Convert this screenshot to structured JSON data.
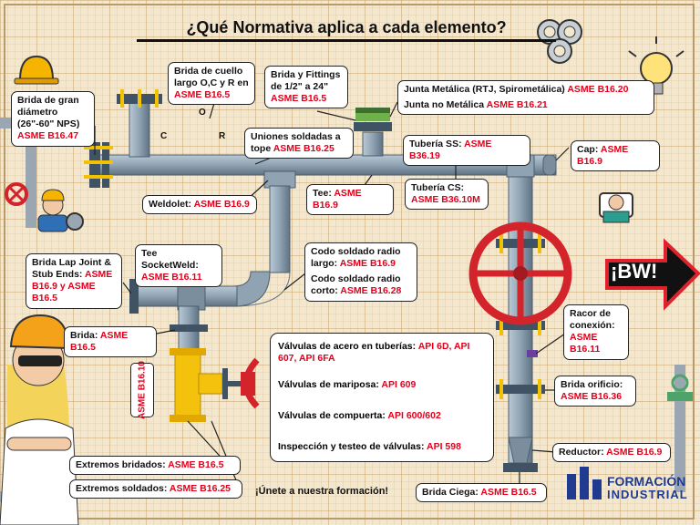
{
  "title": "¿Qué Normativa aplica a cada elemento?",
  "labels": {
    "brida_gran": {
      "text": "Brida de gran diámetro (26\"-60\" NPS) ",
      "std": "ASME B16.47"
    },
    "brida_cuello": {
      "text": "Brida de cuello largo O,C y R en ",
      "std": "ASME B16.5"
    },
    "brida_fittings": {
      "text": "Brida y Fittings de 1/2\" a 24\" ",
      "std": "ASME B16.5"
    },
    "junta_metalica": {
      "text": "Junta Metálica (RTJ, Spirometálica) ",
      "std": "ASME B16.20"
    },
    "junta_no_metalica": {
      "text": "Junta no Metálica ",
      "std": "ASME B16.21"
    },
    "uniones": {
      "text": "Uniones soldadas a tope ",
      "std": "ASME B16.25"
    },
    "tuberia_ss": {
      "text": "Tubería SS: ",
      "std": "ASME B36.19"
    },
    "cap": {
      "text": "Cap: ",
      "std": "ASME B16.9"
    },
    "tuberia_cs": {
      "text": "Tubería CS: ",
      "std": "ASME B36.10M"
    },
    "tee": {
      "text": "Tee: ",
      "std": "ASME B16.9"
    },
    "weldolet": {
      "text": "Weldolet: ",
      "std": "ASME B16.9"
    },
    "lap_joint": {
      "text": "Brida Lap Joint & Stub Ends: ",
      "std": "ASME B16.9 y ASME B16.5"
    },
    "tee_socket": {
      "text": "Tee SocketWeld: ",
      "std": "ASME B16.11"
    },
    "codo_largo": {
      "text": "Codo soldado radio largo: ",
      "std": "ASME B16.9"
    },
    "codo_corto": {
      "text": "Codo soldado radio corto: ",
      "std": "ASME B16.28"
    },
    "brida": {
      "text": "Brida: ",
      "std": "ASME B16.5"
    },
    "racor": {
      "text": "Racor de conexión: ",
      "std": "ASME B16.11"
    },
    "brida_orificio": {
      "text": "Brida orificio: ",
      "std": "ASME B16.36"
    },
    "reductor": {
      "text": "Reductor: ",
      "std": "ASME B16.9"
    },
    "brida_ciega": {
      "text": "Brida Ciega: ",
      "std": "ASME B16.5"
    },
    "extremos_bridados": {
      "text": "Extremos bridados: ",
      "std": "ASME B16.5"
    },
    "extremos_soldados": {
      "text": "Extremos soldados: ",
      "std": "ASME B16.25"
    },
    "asme_b1610": "ASME B16.10"
  },
  "valves": {
    "acero": {
      "text": "Válvulas de acero en tuberías: ",
      "std": "API 6D, API 607, API 6FA"
    },
    "mariposa": {
      "text": "Válvulas de mariposa: ",
      "std": "API 609"
    },
    "compuerta": {
      "text": "Válvulas de compuerta: ",
      "std": "API 600/602"
    },
    "inspeccion": {
      "text": "Inspección y testeo de válvulas: ",
      "std": "API 598"
    }
  },
  "markers": {
    "o": "O",
    "c": "C",
    "r": "R"
  },
  "cta": "¡Únete a nuestra formación!",
  "badge": "¡BW!",
  "logo": {
    "line1": "FORMACIÓN",
    "line2": "INDUSTRIAL"
  },
  "colors": {
    "pipe": "#8fa3b3",
    "pipe_dark": "#5f7384",
    "flange": "#3f5364",
    "bolt": "#f2c200",
    "valve": "#d4242b",
    "tee_yellow": "#f4c20d",
    "accent_red": "#e3001b",
    "arrow_red": "#e0202a",
    "logo_blue": "#1f3a8f"
  }
}
